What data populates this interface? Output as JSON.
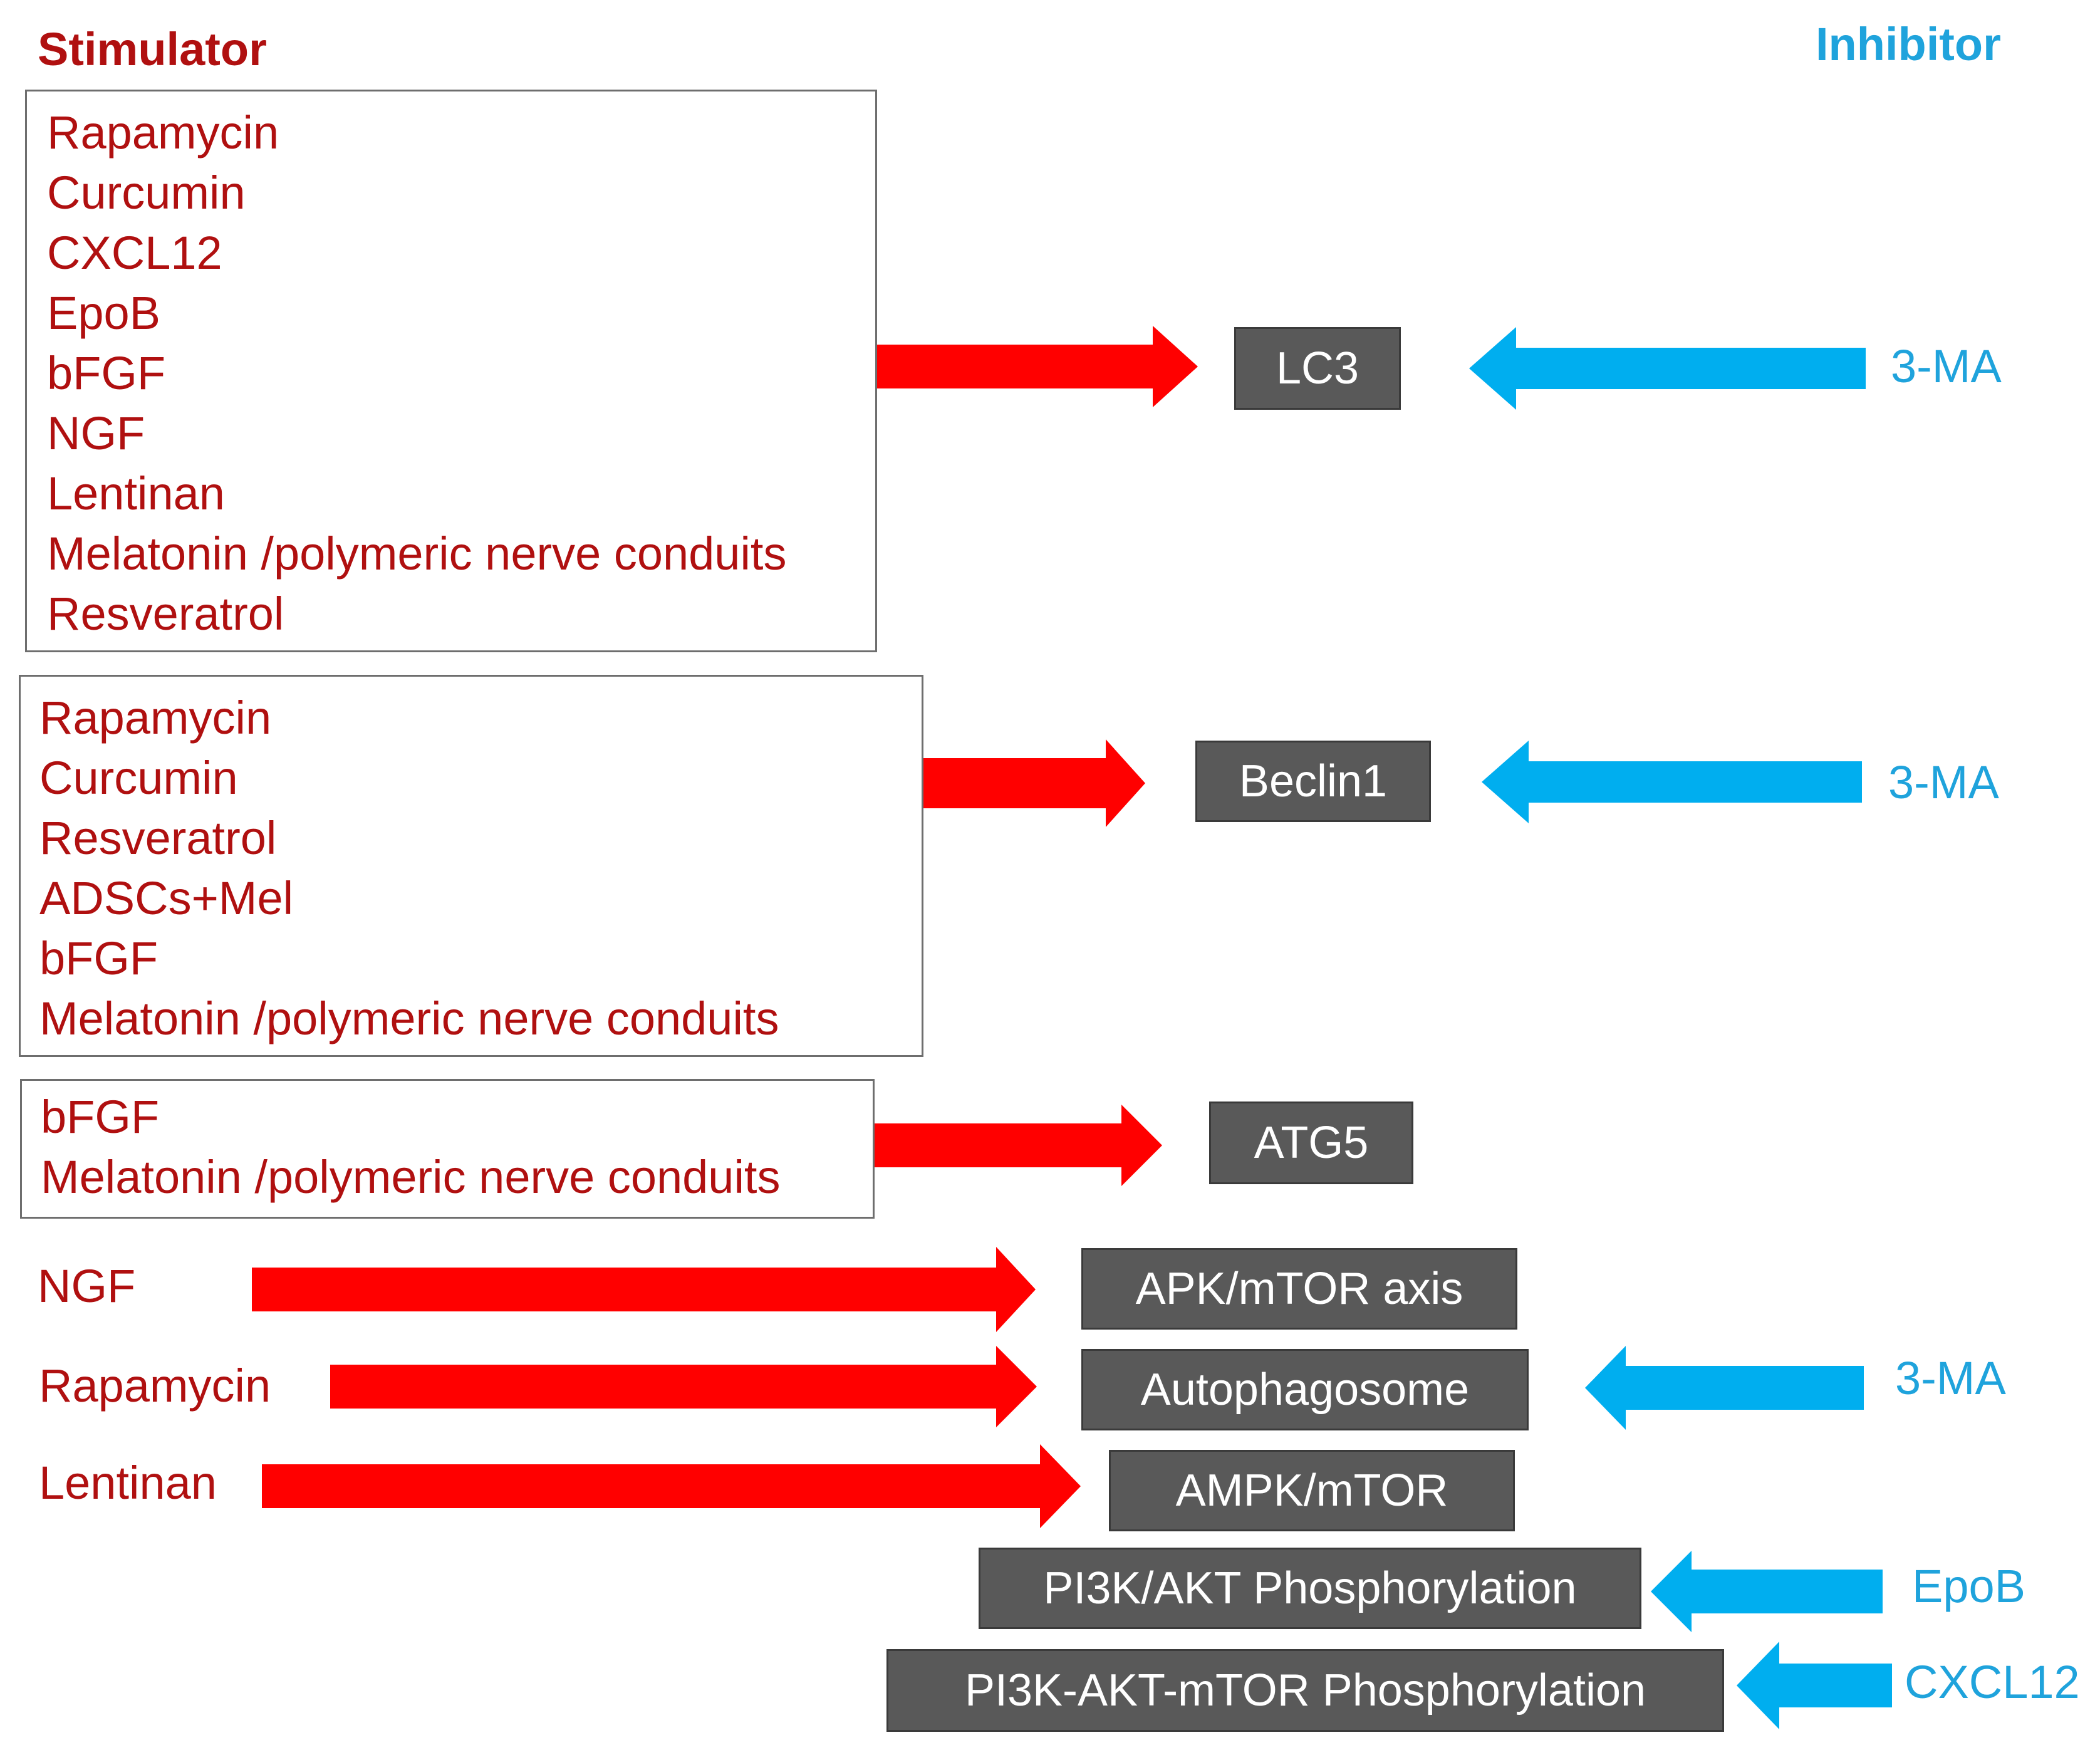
{
  "headers": {
    "stimulator": "Stimulator",
    "inhibitor": "Inhibitor"
  },
  "colors": {
    "stimulator": "#b01010",
    "inhibitor": "#1fa3dc",
    "stim_arrow": "#ff0000",
    "inh_arrow": "#00aeef",
    "target_box": "#595959"
  },
  "rows": [
    {
      "stimulators": [
        "Rapamycin",
        "Curcumin",
        "CXCL12",
        "EpoB",
        "bFGF",
        "NGF",
        "Lentinan",
        "Melatonin /polymeric nerve conduits",
        "Resveratrol"
      ],
      "target": "LC3",
      "inhibitor": "3-MA"
    },
    {
      "stimulators": [
        "Rapamycin",
        "Curcumin",
        "Resveratrol",
        "ADSCs+Mel",
        "bFGF",
        "Melatonin  /polymeric nerve conduits"
      ],
      "target": "Beclin1",
      "inhibitor": "3-MA"
    },
    {
      "stimulators": [
        "bFGF",
        "Melatonin /polymeric nerve conduits"
      ],
      "target": "ATG5",
      "inhibitor": ""
    },
    {
      "stimulators": [
        "NGF"
      ],
      "target": "APK/mTOR axis",
      "inhibitor": ""
    },
    {
      "stimulators": [
        "Rapamycin"
      ],
      "target": "Autophagosome",
      "inhibitor": "3-MA"
    },
    {
      "stimulators": [
        "Lentinan"
      ],
      "target": "AMPK/mTOR",
      "inhibitor": ""
    },
    {
      "stimulators": [],
      "target": "PI3K/AKT  Phosphorylation",
      "inhibitor": "EpoB"
    },
    {
      "stimulators": [],
      "target": "PI3K-AKT-mTOR  Phosphorylation",
      "inhibitor": "CXCL12"
    }
  ]
}
